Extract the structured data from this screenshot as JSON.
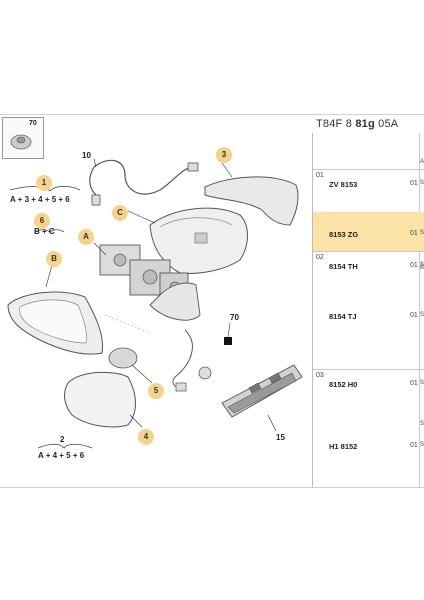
{
  "header": {
    "ref_prefix": "T84F 8",
    "ref_bold": "81g",
    "ref_suffix": "05A"
  },
  "inset": {
    "label": "70"
  },
  "callouts": {
    "c1": "1",
    "c2": "2",
    "c3": "3",
    "c4": "4",
    "c5": "5",
    "c6": "6",
    "cA": "A",
    "cB": "B",
    "cC": "C"
  },
  "tags": {
    "t10": "10",
    "t70": "70",
    "t15": "15"
  },
  "formulas": {
    "f1": "A + 3 + 4 + 5 + 6",
    "f6": "B + C",
    "f2": "A + 4 + 5 + 6"
  },
  "table": {
    "groups": [
      {
        "num": "01",
        "rows": [
          {
            "part": "ZV 8153",
            "qty": "01",
            "code": "S"
          },
          {
            "part": "8153 ZG",
            "qty": "01",
            "code": "S",
            "highlight": true
          }
        ]
      },
      {
        "num": "02",
        "rows": [
          {
            "part": "8154 TH",
            "qty": "01",
            "code": "S"
          },
          {
            "part": "8154 TJ",
            "qty": "01",
            "code": "S"
          }
        ]
      },
      {
        "num": "03",
        "rows": [
          {
            "part": "8152 H0",
            "qty": "01",
            "code": "S"
          },
          {
            "part": "H1 8152",
            "qty": "01",
            "code": "S"
          }
        ]
      }
    ],
    "col_letters": {
      "a": "A",
      "b": "B",
      "s": "S"
    }
  }
}
